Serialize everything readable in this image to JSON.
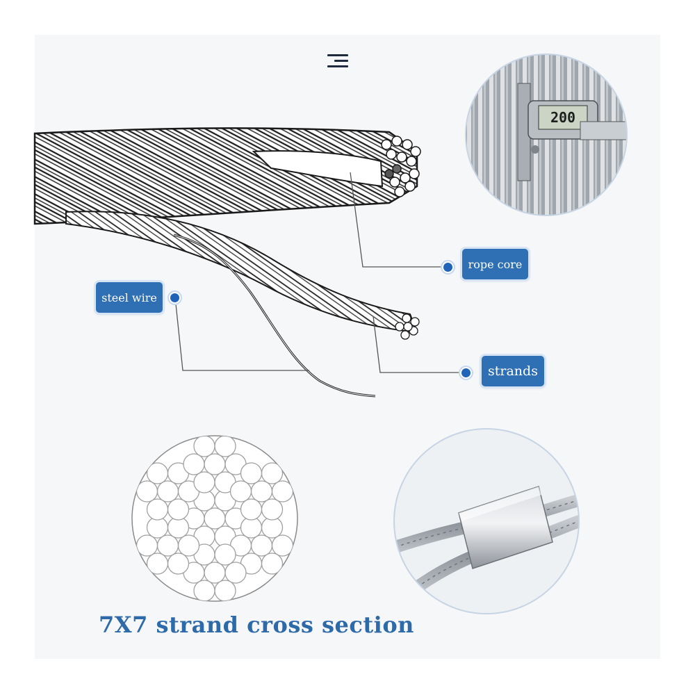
{
  "labels": {
    "rope_core": "rope core",
    "steel_wire": "steel wire",
    "strands": "strands"
  },
  "caption": "7X7 strand cross section",
  "caliper_display": "200",
  "icons": {
    "menu": "menu-icon"
  },
  "colors": {
    "callout_blue": "#2f6fb3",
    "caption_blue": "#2f6aa8",
    "leader_line": "#555555",
    "panel_bg": "#f6f7f9"
  }
}
